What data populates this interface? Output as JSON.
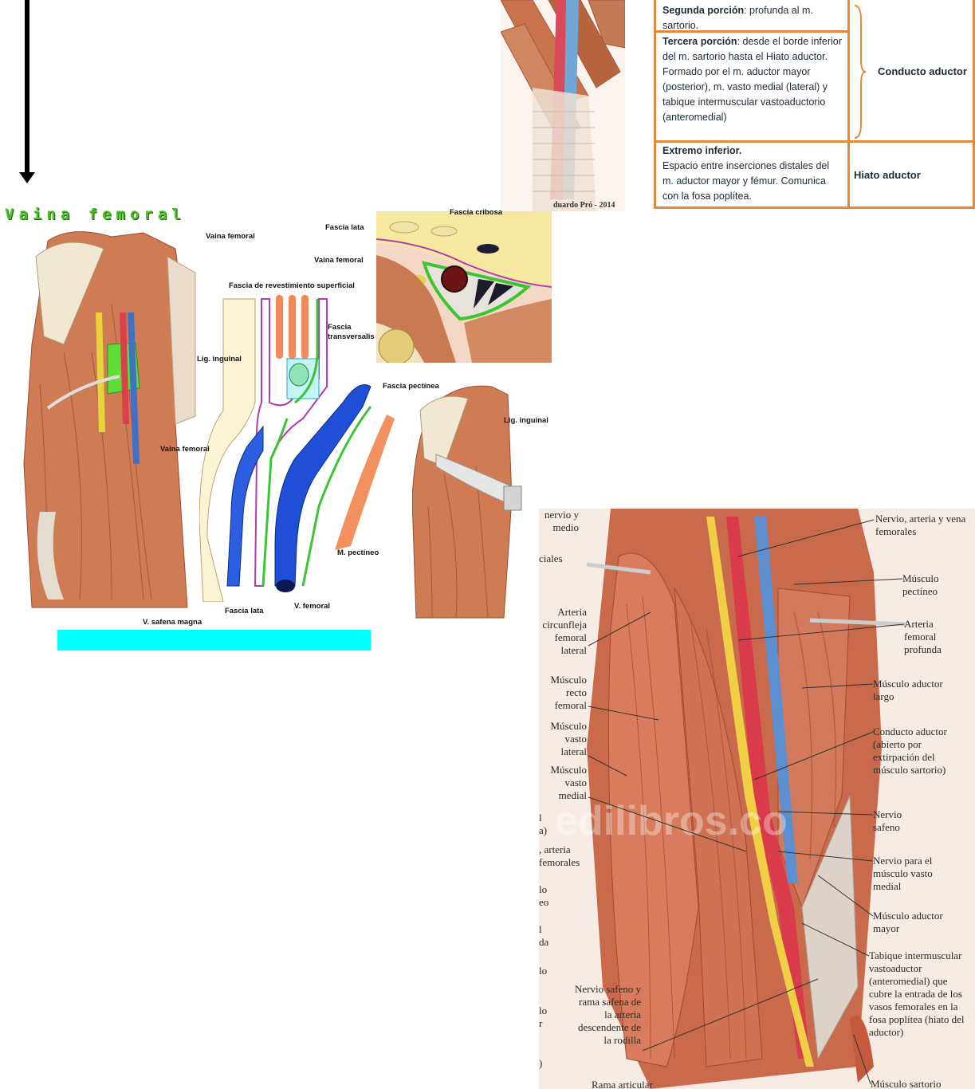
{
  "table": {
    "row1": {
      "label": "Segunda porción",
      "text": ": profunda al m. sartorio."
    },
    "row2": {
      "label": "Tercera porción",
      "text": ": desde el borde inferior del m. sartorio hasta el Hiato aductor. Formado por el m. aductor mayor (posterior), m. vasto medial (lateral) y tabique intermuscular vastoaductorio (anteromedial)"
    },
    "group_label": "Conducto aductor",
    "row3": {
      "label": "Extremo inferior.",
      "text": "Espacio entre inserciones distales del m. aductor mayor y fémur. Comunica con la fosa poplítea."
    },
    "row3_right": "Hiato aductor"
  },
  "credit": "duardo Pró - 2014",
  "vaina": {
    "title": "Vaina femoral",
    "labels": {
      "vaina_femoral_1": "Vaina femoral",
      "fascia_revestimiento": "Fascia de revestimiento superficial",
      "lig_inguinal_1": "Lig. inguinal",
      "vaina_femoral_2": "Vaina femoral",
      "fascia_lata_1": "Fascia lata",
      "vaina_femoral_3": "Vaina femoral",
      "fascia_cribosa": "Fascia cribosa",
      "fascia_transversalis": "Fascia transversalis",
      "fascia_pectinea": "Fascia pectínea",
      "m_pectineo": "M. pectíneo",
      "v_femoral": "V. femoral",
      "fascia_lata_2": "Fascia lata",
      "v_safena_magna": "V. safena magna",
      "lig_inguinal_2": "Lig. inguinal"
    }
  },
  "big": {
    "left_labels": {
      "l0": "nervio y medio",
      "l1": "ciales",
      "l2": "Arteria circunfleja femoral lateral",
      "l3": "Músculo recto femoral",
      "l4": "Músculo vasto lateral",
      "l5": "Músculo vasto medial",
      "l6": "l a)",
      "l7": ", arteria femorales",
      "l8": "lo eo",
      "l9": "l da",
      "l10": "lo",
      "l11": "lo r",
      "l12": ")",
      "l13": "Nervio safeno y rama safena de la arteria descendente de la rodilla",
      "l14": "Rama articular"
    },
    "right_labels": {
      "r1": "Nervio, arteria y vena femorales",
      "r2": "Músculo pectíneo",
      "r3": "Arteria femoral profunda",
      "r4": "Músculo aductor largo",
      "r5": "Conducto aductor (abierto por extirpación del músculo sartorio)",
      "r6": "Nervio safeno",
      "r7": "Nervio para el músculo vasto medial",
      "r8": "Músculo aductor mayor",
      "r9": "Tabique intermuscular vastoaductor (anteromedial) que cubre la entrada de los vasos femorales en la fosa poplítea (hiato del aductor)",
      "r10": "Músculo sartorio"
    },
    "watermark": "edilibros.co"
  }
}
